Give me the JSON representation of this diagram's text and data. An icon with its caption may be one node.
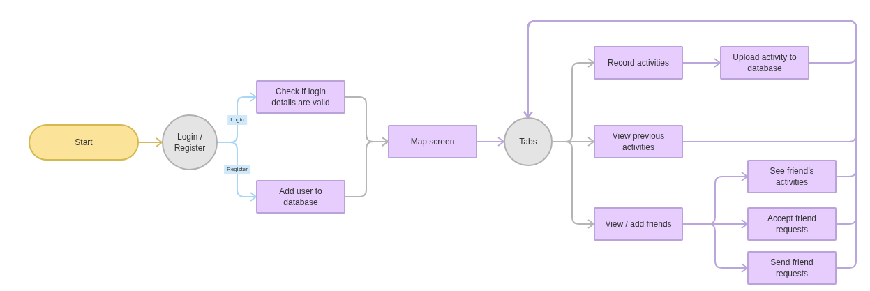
{
  "diagram": {
    "nodes": [
      {
        "text": [
          "Start"
        ]
      },
      {
        "text": [
          "Login / Register"
        ]
      },
      {
        "text": [
          "Check if login details are valid"
        ]
      },
      {
        "text": [
          "Add user to database"
        ]
      },
      {
        "text": [
          "Map screen"
        ]
      },
      {
        "text": [
          "Tabs"
        ]
      },
      {
        "text": [
          "Record activities"
        ]
      },
      {
        "text": [
          "Upload activity to database"
        ]
      },
      {
        "text": [
          "View previous activities"
        ]
      },
      {
        "text": [
          "View / add friends"
        ]
      },
      {
        "text": [
          "See friend’s activities"
        ]
      },
      {
        "text": [
          "Accept friend requests"
        ]
      },
      {
        "text": [
          "Send friend requests"
        ]
      }
    ],
    "edges": [
      {
        "from": 0,
        "to": 1,
        "arrow": "to",
        "color": "#d2b85c"
      },
      {
        "from": 1,
        "to": 2,
        "arrow": "to",
        "label": "Login",
        "color": "#aad6f5"
      },
      {
        "from": 1,
        "to": 3,
        "arrow": "to",
        "label": "Register",
        "color": "#aad6f5"
      },
      {
        "from": 2,
        "to": 4,
        "arrow": "to",
        "color": "#b5b5b5"
      },
      {
        "from": 3,
        "to": 4,
        "arrow": "to",
        "color": "#b5b5b5"
      },
      {
        "from": 4,
        "to": 5,
        "arrow": "to"
      },
      {
        "from": 5,
        "to": 6,
        "arrow": "to",
        "color": "#b5b5b5"
      },
      {
        "from": 5,
        "to": 8,
        "arrow": "to",
        "color": "#b5b5b5"
      },
      {
        "from": 5,
        "to": 9,
        "arrow": "to",
        "color": "#b5b5b5"
      },
      {
        "from": 6,
        "to": 7,
        "arrow": "to"
      },
      {
        "from": 7,
        "to": 5,
        "arrow": "to"
      },
      {
        "from": 8,
        "to": 5,
        "arrow": "to"
      },
      {
        "from": 9,
        "to": 10,
        "arrow": "to"
      },
      {
        "from": 9,
        "to": 11,
        "arrow": "to"
      },
      {
        "from": 9,
        "to": 12,
        "arrow": "to"
      },
      {
        "from": 10,
        "to": 5,
        "arrow": "to"
      },
      {
        "from": 11,
        "to": 5,
        "arrow": "to"
      },
      {
        "from": 12,
        "to": 5,
        "arrow": "to"
      }
    ]
  }
}
